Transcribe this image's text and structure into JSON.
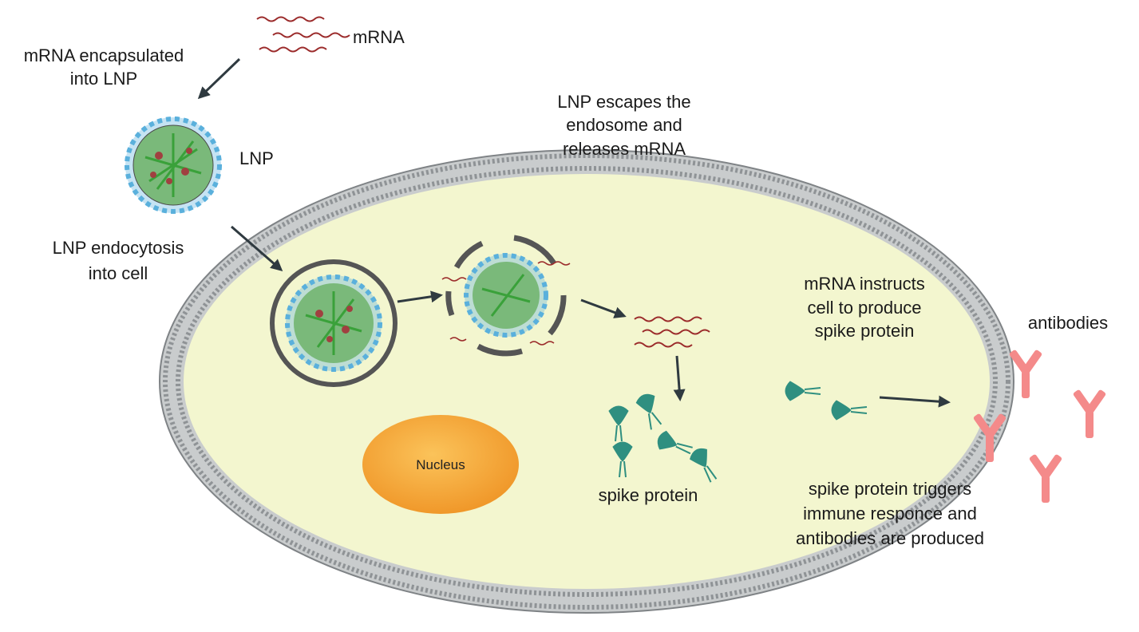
{
  "labels": {
    "mrna": "mRNA",
    "encapsulated": [
      "mRNA encapsulated",
      "into LNP"
    ],
    "lnp": "LNP",
    "endocytosis": [
      "LNP endocytosis",
      "into cell"
    ],
    "escape": [
      "LNP escapes the",
      "endosome and",
      "releases mRNA"
    ],
    "instructs": [
      "mRNA instructs",
      "cell to produce",
      "spike protein"
    ],
    "antibodies": "antibodies",
    "nucleus": "Nucleus",
    "spike": "spike protein",
    "triggers": [
      "spike protein triggers",
      "immune responce and",
      "antibodies are produced"
    ]
  },
  "colors": {
    "cytoplasm": "#f3f6cf",
    "membrane": "#8f9396",
    "nucleus": "#f5a531",
    "spike": "#2f8f80",
    "antibody": "#f48a8a",
    "mrna": "#9b2b2b",
    "lnp_lipid": "#5ab0dc",
    "lnp_core": "#4fb548",
    "arrow": "#2f3a40"
  }
}
